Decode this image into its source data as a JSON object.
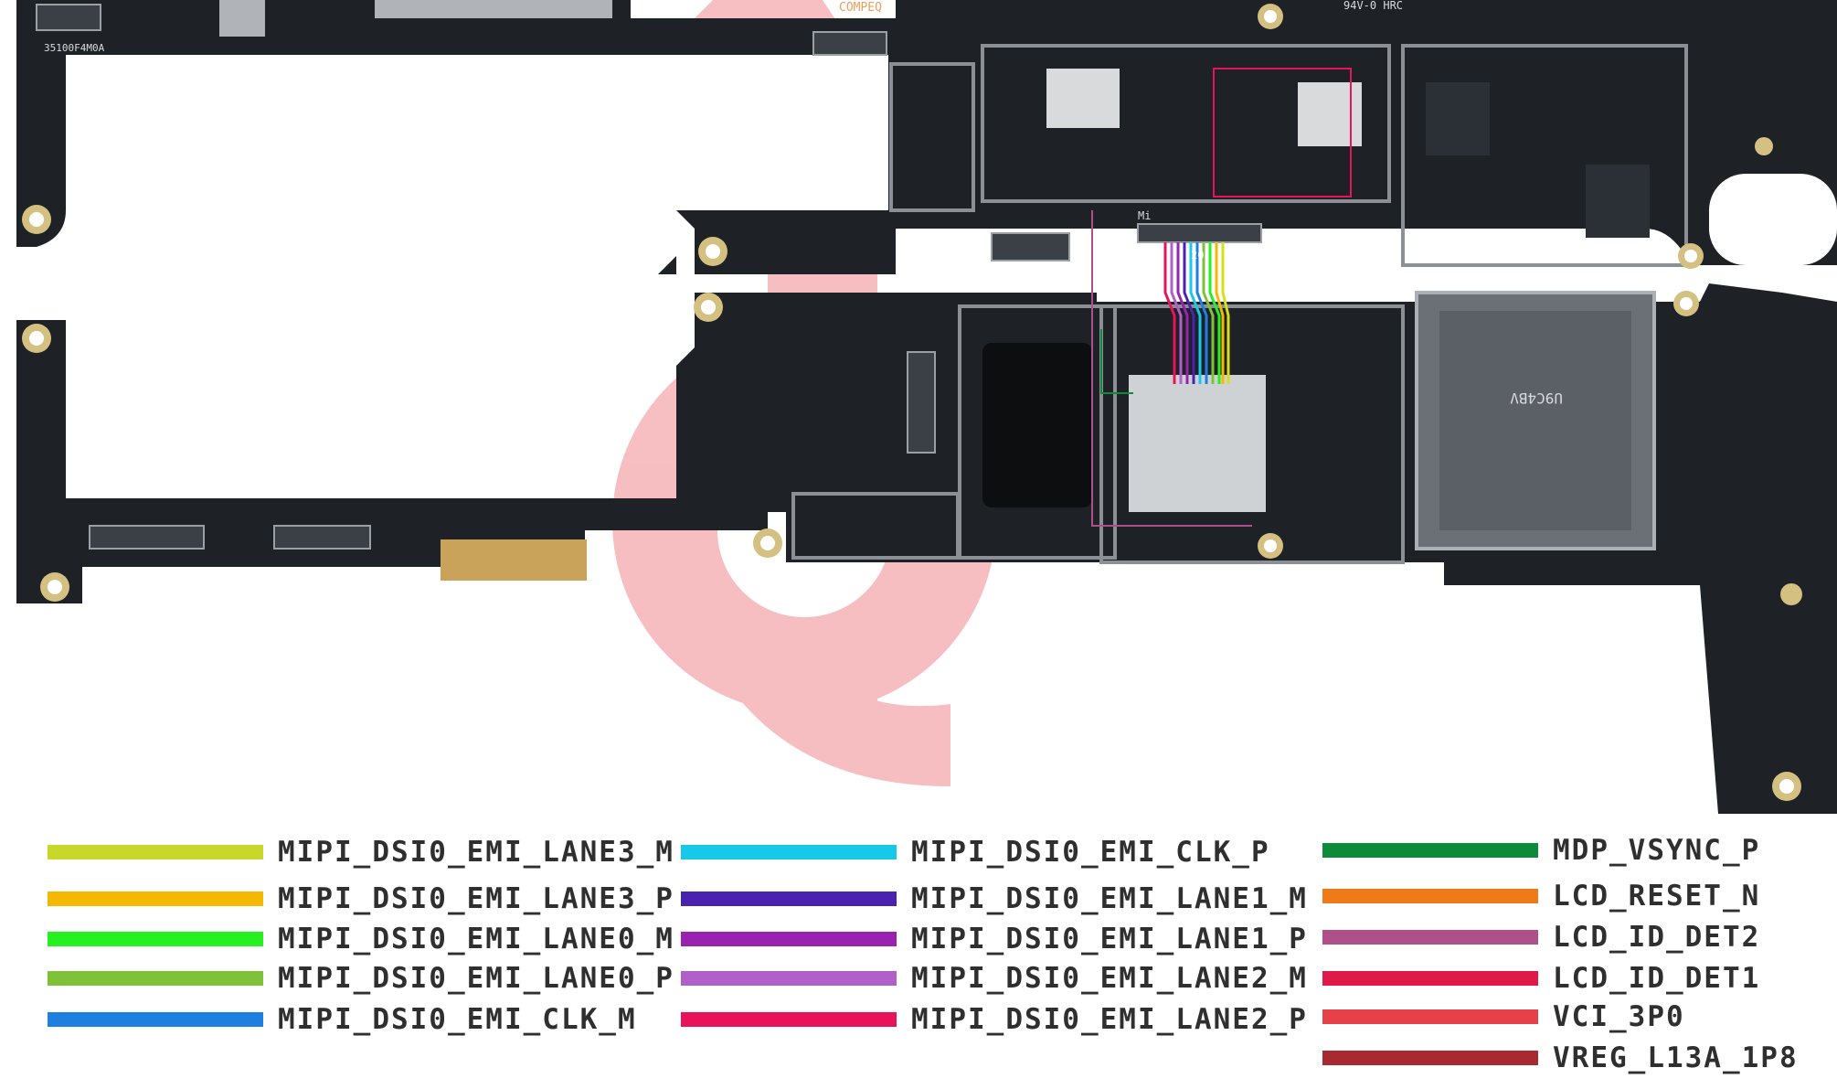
{
  "board": {
    "silkscreen": [
      "35100F4M0A",
      "COMPEQ",
      "94V-0 HRC",
      "Mi",
      "20",
      "U9C4BV"
    ],
    "trace_colors": [
      "#d4e018",
      "#f5b800",
      "#25f020",
      "#7fc23a",
      "#1f7fe0",
      "#17c9e8",
      "#4a22b0",
      "#9a22b0",
      "#b060c8",
      "#e8145a"
    ],
    "watermark_color": "#f4b6b8"
  },
  "legend": [
    {
      "label": "MIPI_DSI0_EMI_LANE3_M",
      "color": "#c8d82a"
    },
    {
      "label": "MIPI_DSI0_EMI_LANE3_P",
      "color": "#f5b800"
    },
    {
      "label": "MIPI_DSI0_EMI_LANE0_M",
      "color": "#25f020"
    },
    {
      "label": "MIPI_DSI0_EMI_LANE0_P",
      "color": "#7fc23a"
    },
    {
      "label": "MIPI_DSI0_EMI_CLK_M",
      "color": "#1f7fe0"
    },
    {
      "label": "MIPI_DSI0_EMI_CLK_P",
      "color": "#17c9e8"
    },
    {
      "label": "MIPI_DSI0_EMI_LANE1_M",
      "color": "#4a22b0"
    },
    {
      "label": "MIPI_DSI0_EMI_LANE1_P",
      "color": "#9a22b0"
    },
    {
      "label": "MIPI_DSI0_EMI_LANE2_M",
      "color": "#b060c8"
    },
    {
      "label": "MIPI_DSI0_EMI_LANE2_P",
      "color": "#e8145a"
    },
    {
      "label": "MDP_VSYNC_P",
      "color": "#0f8a3a"
    },
    {
      "label": "LCD_RESET_N",
      "color": "#ee7a1a"
    },
    {
      "label": "LCD_ID_DET2",
      "color": "#b0508a"
    },
    {
      "label": "LCD_ID_DET1",
      "color": "#e01a48"
    },
    {
      "label": "VCI_3P0",
      "color": "#e84048"
    },
    {
      "label": "VREG_L13A_1P8",
      "color": "#a82a30"
    }
  ]
}
